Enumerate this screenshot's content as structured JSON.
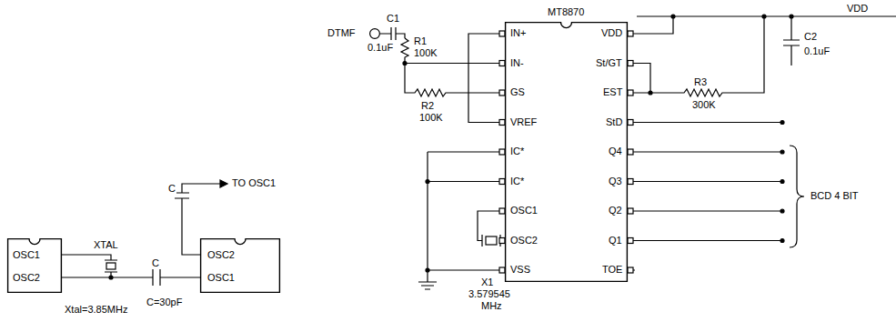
{
  "diagram": {
    "nodes": [
      {
        "text": [
          "OSC1",
          "OSC2"
        ]
      },
      {
        "text": [
          "OSC2",
          "OSC1"
        ]
      },
      {
        "text": [
          "DTMF"
        ]
      },
      {
        "text": [
          "MT8870",
          "IN+",
          "IN-",
          "GS",
          "VREF",
          "IC*",
          "IC*",
          "OSC1",
          "OSC2",
          "VSS",
          "VDD",
          "St/GT",
          "EST",
          "StD",
          "Q4",
          "Q3",
          "Q2",
          "Q1",
          "TOE"
        ]
      }
    ],
    "edges": [
      {
        "from": 0,
        "to": 1,
        "arrow": "none"
      }
    ],
    "labels": [
      "XTAL",
      "C",
      "TO OSC1",
      "C",
      "C=30pF",
      "Xtal=3.85MHz",
      "C1",
      "0.1uF",
      "R1",
      "100K",
      "R2",
      "100K",
      "VDD",
      "C2",
      "0.1uF",
      "R3",
      "300K",
      "X1",
      "3.579545",
      "MHz",
      "BCD 4 BIT"
    ]
  }
}
